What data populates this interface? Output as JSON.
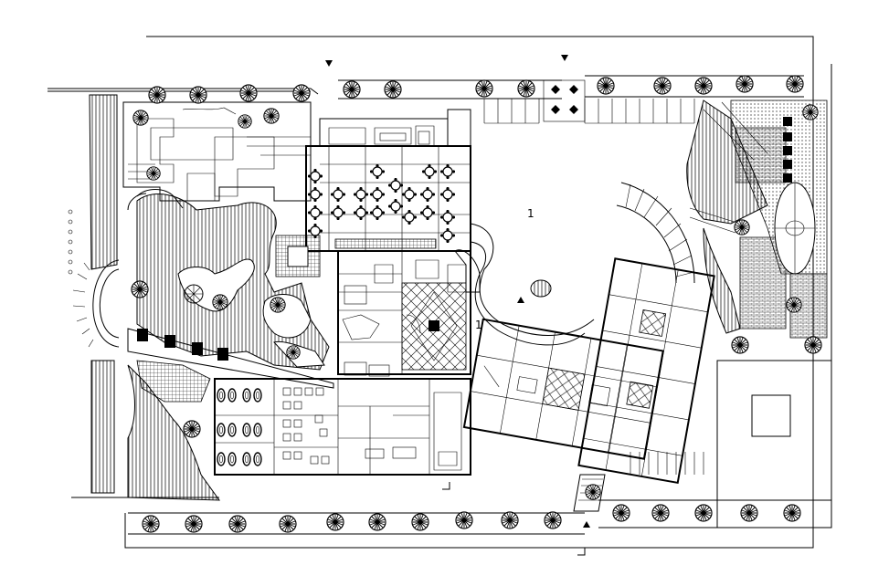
{
  "drawing": {
    "zone_labels": [
      {
        "id": "zone-1-upper",
        "text": "1"
      },
      {
        "id": "zone-1-lower",
        "text": "1"
      }
    ]
  }
}
